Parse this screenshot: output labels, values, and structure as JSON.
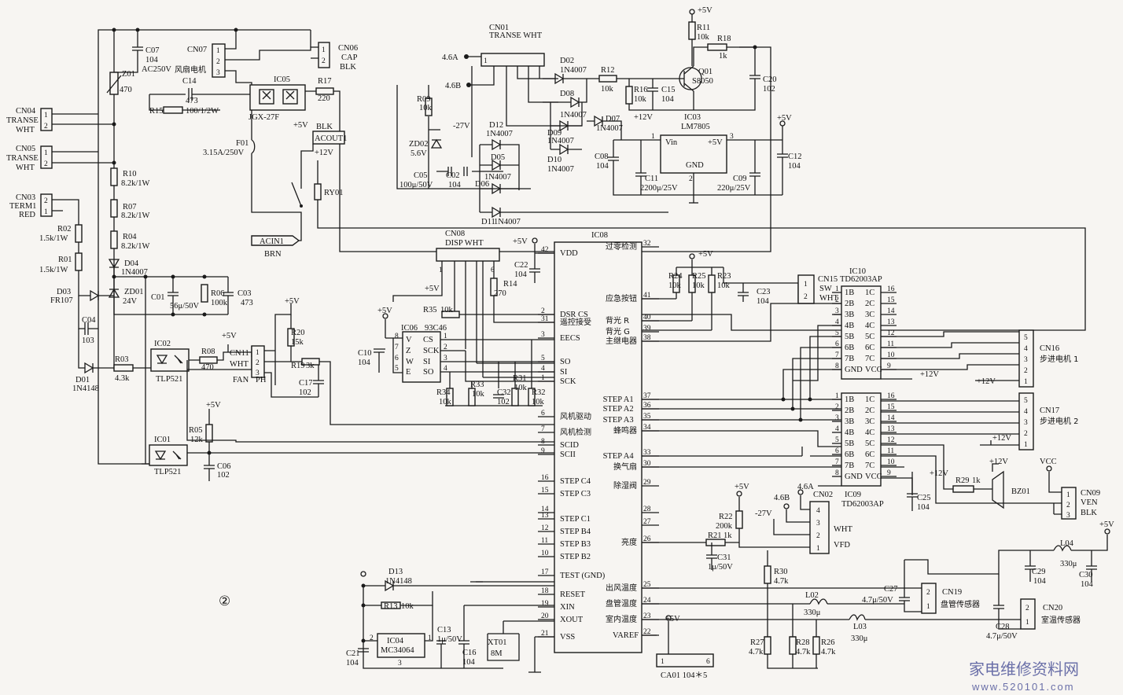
{
  "ics": {
    "ic08": {
      "name": "IC08"
    },
    "ic06": {
      "name": "IC06",
      "part": "93C46"
    },
    "ic10": {
      "name": "IC10",
      "part": "TD62003AP"
    },
    "ic09": {
      "name": "IC09",
      "part": "TD62003AP"
    },
    "ic03": {
      "name": "IC03",
      "part": "LM7805",
      "vin": "Vin",
      "gnd": "GND",
      "vout": "+5V",
      "p1": "1",
      "p2": "2",
      "p3": "3"
    },
    "ic04": {
      "name": "IC04",
      "part": "MC34064"
    },
    "ic05": {
      "name": "IC05",
      "part": "JGX-27F"
    },
    "ic02": {
      "name": "IC02",
      "part": "TLP521"
    },
    "ic01": {
      "name": "IC01",
      "part": "TLP521"
    },
    "xt01": {
      "name": "XT01",
      "part": "8M"
    },
    "ca01": {
      "name": "CA01 104＊5"
    }
  },
  "ic08_left_pins": [
    {
      "num": "42",
      "label": "VDD"
    },
    {
      "num": "2",
      "label": "DSR  CS"
    },
    {
      "num": "31",
      "label": "遥控接受"
    },
    {
      "num": "3",
      "label": "EECS"
    },
    {
      "num": "5",
      "label": "SO"
    },
    {
      "num": "4",
      "label": "SI"
    },
    {
      "num": "1",
      "label": "SCK"
    },
    {
      "num": "6",
      "label": "风机驱动"
    },
    {
      "num": "7",
      "label": "风机检测"
    },
    {
      "num": "8",
      "label": "SCID"
    },
    {
      "num": "9",
      "label": "SCII"
    },
    {
      "num": "16",
      "label": "STEP C4"
    },
    {
      "num": "15",
      "label": "STEP C3"
    },
    {
      "num": "14",
      "label": ""
    },
    {
      "num": "13",
      "label": "STEP C1"
    },
    {
      "num": "12",
      "label": "STEP B4"
    },
    {
      "num": "11",
      "label": "STEP B3"
    },
    {
      "num": "10",
      "label": "STEP B2"
    },
    {
      "num": "17",
      "label": "TEST (GND)"
    },
    {
      "num": "18",
      "label": "RESET"
    },
    {
      "num": "19",
      "label": "XIN"
    },
    {
      "num": "20",
      "label": "XOUT"
    },
    {
      "num": "21",
      "label": "VSS"
    }
  ],
  "ic08_right_pins": [
    {
      "num": "32",
      "label": "过零检测"
    },
    {
      "num": "41",
      "label": "应急按钮"
    },
    {
      "num": "40",
      "label": "背光 R"
    },
    {
      "num": "39",
      "label": "背光 G"
    },
    {
      "num": "38",
      "label": "主继电器"
    },
    {
      "num": "37",
      "label": "STEP A1"
    },
    {
      "num": "36",
      "label": "STEP A2"
    },
    {
      "num": "35",
      "label": "STEP A3"
    },
    {
      "num": "34",
      "label": "蜂鸣器"
    },
    {
      "num": "33",
      "label": "STEP A4"
    },
    {
      "num": "30",
      "label": "换气扇"
    },
    {
      "num": "29",
      "label": "除湿阀"
    },
    {
      "num": "28",
      "label": ""
    },
    {
      "num": "27",
      "label": ""
    },
    {
      "num": "26",
      "label": "亮度"
    },
    {
      "num": "25",
      "label": "出风温度"
    },
    {
      "num": "24",
      "label": "盘管温度"
    },
    {
      "num": "23",
      "label": "室内温度"
    },
    {
      "num": "22",
      "label": "VAREF"
    }
  ],
  "ic06_pins": {
    "left": [
      {
        "num": "8",
        "label": "V"
      },
      {
        "num": "7",
        "label": "Z"
      },
      {
        "num": "6",
        "label": "W"
      },
      {
        "num": "5",
        "label": "E"
      }
    ],
    "right": [
      {
        "num": "1",
        "label": "CS"
      },
      {
        "num": "2",
        "label": "SCK"
      },
      {
        "num": "3",
        "label": "SI"
      },
      {
        "num": "4",
        "label": "SO"
      }
    ]
  },
  "driver_pins": {
    "left": [
      "1B",
      "2B",
      "3B",
      "4B",
      "5B",
      "6B",
      "7B",
      "GND"
    ],
    "right": [
      "1C",
      "2C",
      "3C",
      "4C",
      "5C",
      "6C",
      "7C",
      "VCC"
    ],
    "left_nums": [
      "1",
      "2",
      "3",
      "4",
      "5",
      "6",
      "7",
      "8"
    ],
    "right_nums": [
      "16",
      "15",
      "14",
      "13",
      "12",
      "11",
      "10",
      "9"
    ]
  },
  "connectors": {
    "cn01": {
      "name": "CN01",
      "type": "TRANSE WHT"
    },
    "cn08": {
      "name": "CN08",
      "type": "DISP WHT"
    },
    "cn04": {
      "name": "CN04",
      "l1": "TRANSE",
      "l2": "WHT"
    },
    "cn05": {
      "name": "CN05",
      "l1": "TRANSE",
      "l2": "WHT"
    },
    "cn03": {
      "name": "CN03",
      "l1": "TERM1",
      "l2": "RED"
    },
    "cn07": {
      "name": "CN07",
      "desc": "风扇电机"
    },
    "cn06": {
      "name": "CN06",
      "l1": "CAP",
      "l2": "BLK"
    },
    "cn11": {
      "name": "CN11",
      "l1": "WHT",
      "fan": "FAN",
      "ph": "PH"
    },
    "cn15": {
      "name": "CN15",
      "l1": "SW",
      "l2": "WHT"
    },
    "cn16": {
      "name": "CN16",
      "desc": "步进电机 1"
    },
    "cn17": {
      "name": "CN17",
      "desc": "步进电机 2"
    },
    "cn09": {
      "name": "CN09",
      "l1": "VEN",
      "l2": "BLK",
      "vcc": "VCC"
    },
    "cn02": {
      "name": "CN02",
      "l1": "WHT",
      "l2": "VFD"
    },
    "cn19": {
      "name": "CN19",
      "desc": "盘管传感器"
    },
    "cn20": {
      "name": "CN20",
      "desc": "室温传感器"
    },
    "acin1": {
      "name": "ACIN1",
      "color": "BRN"
    },
    "acout1": {
      "name": "ACOUT1",
      "color": "BLK"
    }
  },
  "components": {
    "c07": "C07",
    "c07v": "104",
    "c07r": "AC250V",
    "z01": "Z01",
    "z01v": "470",
    "c14": "C14",
    "c14v": "473",
    "r15": "R15",
    "r15v": "100/1/2W",
    "r17": "R17",
    "r17v": "220",
    "f01": "F01",
    "f01v": "3.15A/250V",
    "ry01": "RY01",
    "r10": "R10",
    "r10v": "8.2k/1W",
    "r07": "R07",
    "r07v": "8.2k/1W",
    "r04": "R04",
    "r04v": "8.2k/1W",
    "r02": "R02",
    "r02v": "1.5k/1W",
    "r01": "R01",
    "r01v": "1.5k/1W",
    "d04": "D04",
    "d04v": "1N4007",
    "d03": "D03",
    "d03v": "FR107",
    "zd01": "ZD01",
    "zd01v": "24V",
    "c01": "C01",
    "c01v": "56μ/50V",
    "r06": "R06",
    "r06v": "100k",
    "c03": "C03",
    "c03v": "473",
    "c04": "C04",
    "c04v": "103",
    "d01": "D01",
    "d01v": "1N4148",
    "r03": "R03",
    "r03v": "4.3k",
    "r08": "R08",
    "r08v": "470",
    "r05": "R05",
    "r05v": "12k",
    "c06": "C06",
    "c06v": "102",
    "r20": "R20",
    "r20v": "15k",
    "r19": "R19",
    "r19v": "3k",
    "c17": "C17",
    "c17v": "102",
    "r35": "R35",
    "r35v": "10k",
    "r14": "R14",
    "r14v": "270",
    "c22": "C22",
    "c22v": "104",
    "c10": "C10",
    "c10v": "104",
    "r34": "R34",
    "r34v": "10k",
    "r33": "R33",
    "r33v": "10k",
    "c32": "C32",
    "c32v": "102",
    "r31": "R31",
    "r31v": "10k",
    "r32": "R32",
    "r32v": "10k",
    "r09": "R09",
    "r09v": "10k",
    "zd02": "ZD02",
    "zd02v": "5.6V",
    "c05": "C05",
    "c05v": "100μ/50V",
    "c02": "C02",
    "c02v": "104",
    "d02": "D02",
    "d08": "D08",
    "d09": "D09",
    "d10": "D10",
    "d12": "D12",
    "d05": "D05",
    "d06": "D06",
    "d11": "D11",
    "d07": "D07",
    "n4007": "1N4007",
    "r12": "R12",
    "r12v": "10k",
    "r16": "R16",
    "r16v": "10k",
    "c15": "C15",
    "c15v": "104",
    "r11": "R11",
    "r11v": "10k",
    "r18": "R18",
    "r18v": "1k",
    "q01": "Q01",
    "q01v": "S8050",
    "c20": "C20",
    "c20v": "102",
    "c08": "C08",
    "c08v": "104",
    "c11": "C11",
    "c11v": "2200μ/25V",
    "c09": "C09",
    "c09v": "220μ/25V",
    "c12": "C12",
    "c12v": "104",
    "r24": "R24",
    "r24v": "10k",
    "r25": "R25",
    "r25v": "10k",
    "r23": "R23",
    "r23v": "10k",
    "c23": "C23",
    "c23v": "104",
    "c25": "C25",
    "c25v": "104",
    "r29": "R29",
    "r29v": "1k",
    "bz01": "BZ01",
    "r22": "R22",
    "r22v": "200k",
    "r21": "R21",
    "r21v": "1k",
    "c31": "C31",
    "c31v": "1μ/50V",
    "r30": "R30",
    "r30v": "4.7k",
    "l02": "L02",
    "l02v": "330μ",
    "l03": "L03",
    "l03v": "330μ",
    "l04": "L04",
    "l04v": "330μ",
    "c27": "C27",
    "c27v": "4.7μ/50V",
    "c28": "C28",
    "c28v": "4.7μ/50V",
    "c29": "C29",
    "c29v": "104",
    "c30": "C30",
    "c30v": "104",
    "r27": "R27",
    "r27v": "4.7k",
    "r28": "R28",
    "r28v": "4.7k",
    "r26": "R26",
    "r26v": "4.7k",
    "d13": "D13",
    "d13v": "1N4148",
    "r13": "R13",
    "r13v": "10k",
    "c21": "C21",
    "c21v": "104",
    "c13": "C13",
    "c13v": "1μ/50V",
    "c16": "C16",
    "c16v": "104"
  },
  "nets": {
    "p5v": "+5V",
    "p12v": "+12V",
    "m27v": "-27V",
    "n46a": "4.6A",
    "n46b": "4.6B",
    "vcc": "VCC"
  },
  "figure_number": "②",
  "watermark": {
    "cn": "家电维修资料网",
    "url": "www.520101.com"
  }
}
